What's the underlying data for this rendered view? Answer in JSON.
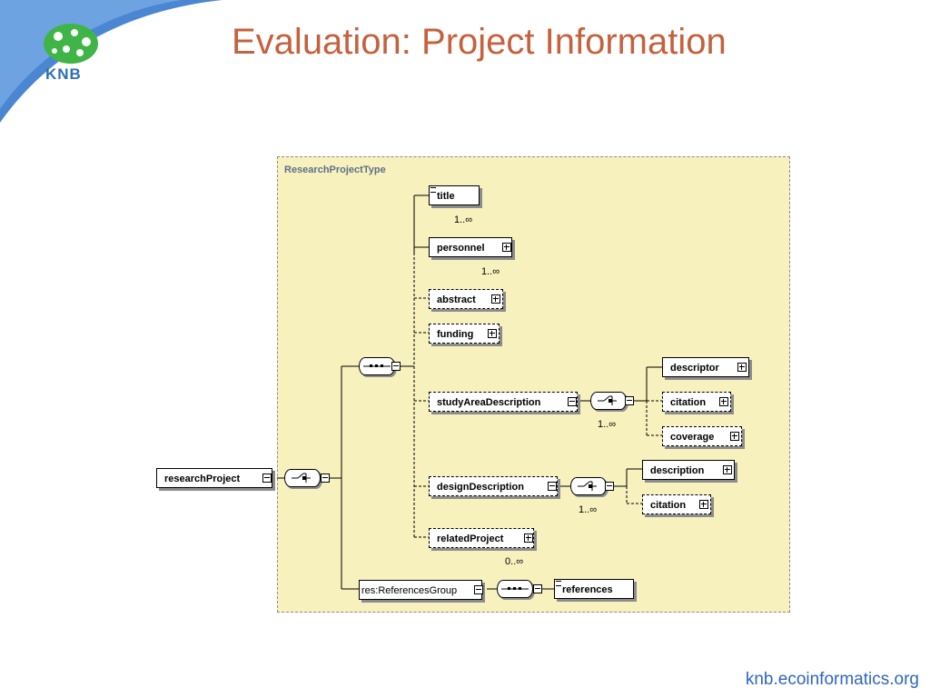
{
  "slide": {
    "title": "Evaluation: Project Information",
    "footer": "knb.ecoinformatics.org",
    "logo_text": "KNB",
    "colors": {
      "title": "#c5613d",
      "footer": "#2f66c2",
      "swoosh": "#4a86d1",
      "panel": "#f7f1bd"
    }
  },
  "diagram": {
    "type_name": "ResearchProjectType",
    "root": "researchProject",
    "elements": {
      "title": {
        "label": "title",
        "occurs": "1..∞"
      },
      "personnel": {
        "label": "personnel",
        "occurs": "1..∞"
      },
      "abstract": {
        "label": "abstract"
      },
      "funding": {
        "label": "funding"
      },
      "study_area": {
        "label": "studyAreaDescription",
        "occurs": "1..∞"
      },
      "descriptor": {
        "label": "descriptor"
      },
      "citation_study": {
        "label": "citation"
      },
      "coverage": {
        "label": "coverage"
      },
      "design": {
        "label": "designDescription",
        "occurs": "1..∞"
      },
      "description": {
        "label": "description"
      },
      "citation_design": {
        "label": "citation"
      },
      "related": {
        "label": "relatedProject",
        "occurs": "0..∞"
      },
      "references_group": {
        "label": "res:ReferencesGroup"
      },
      "references": {
        "label": "references"
      }
    }
  }
}
